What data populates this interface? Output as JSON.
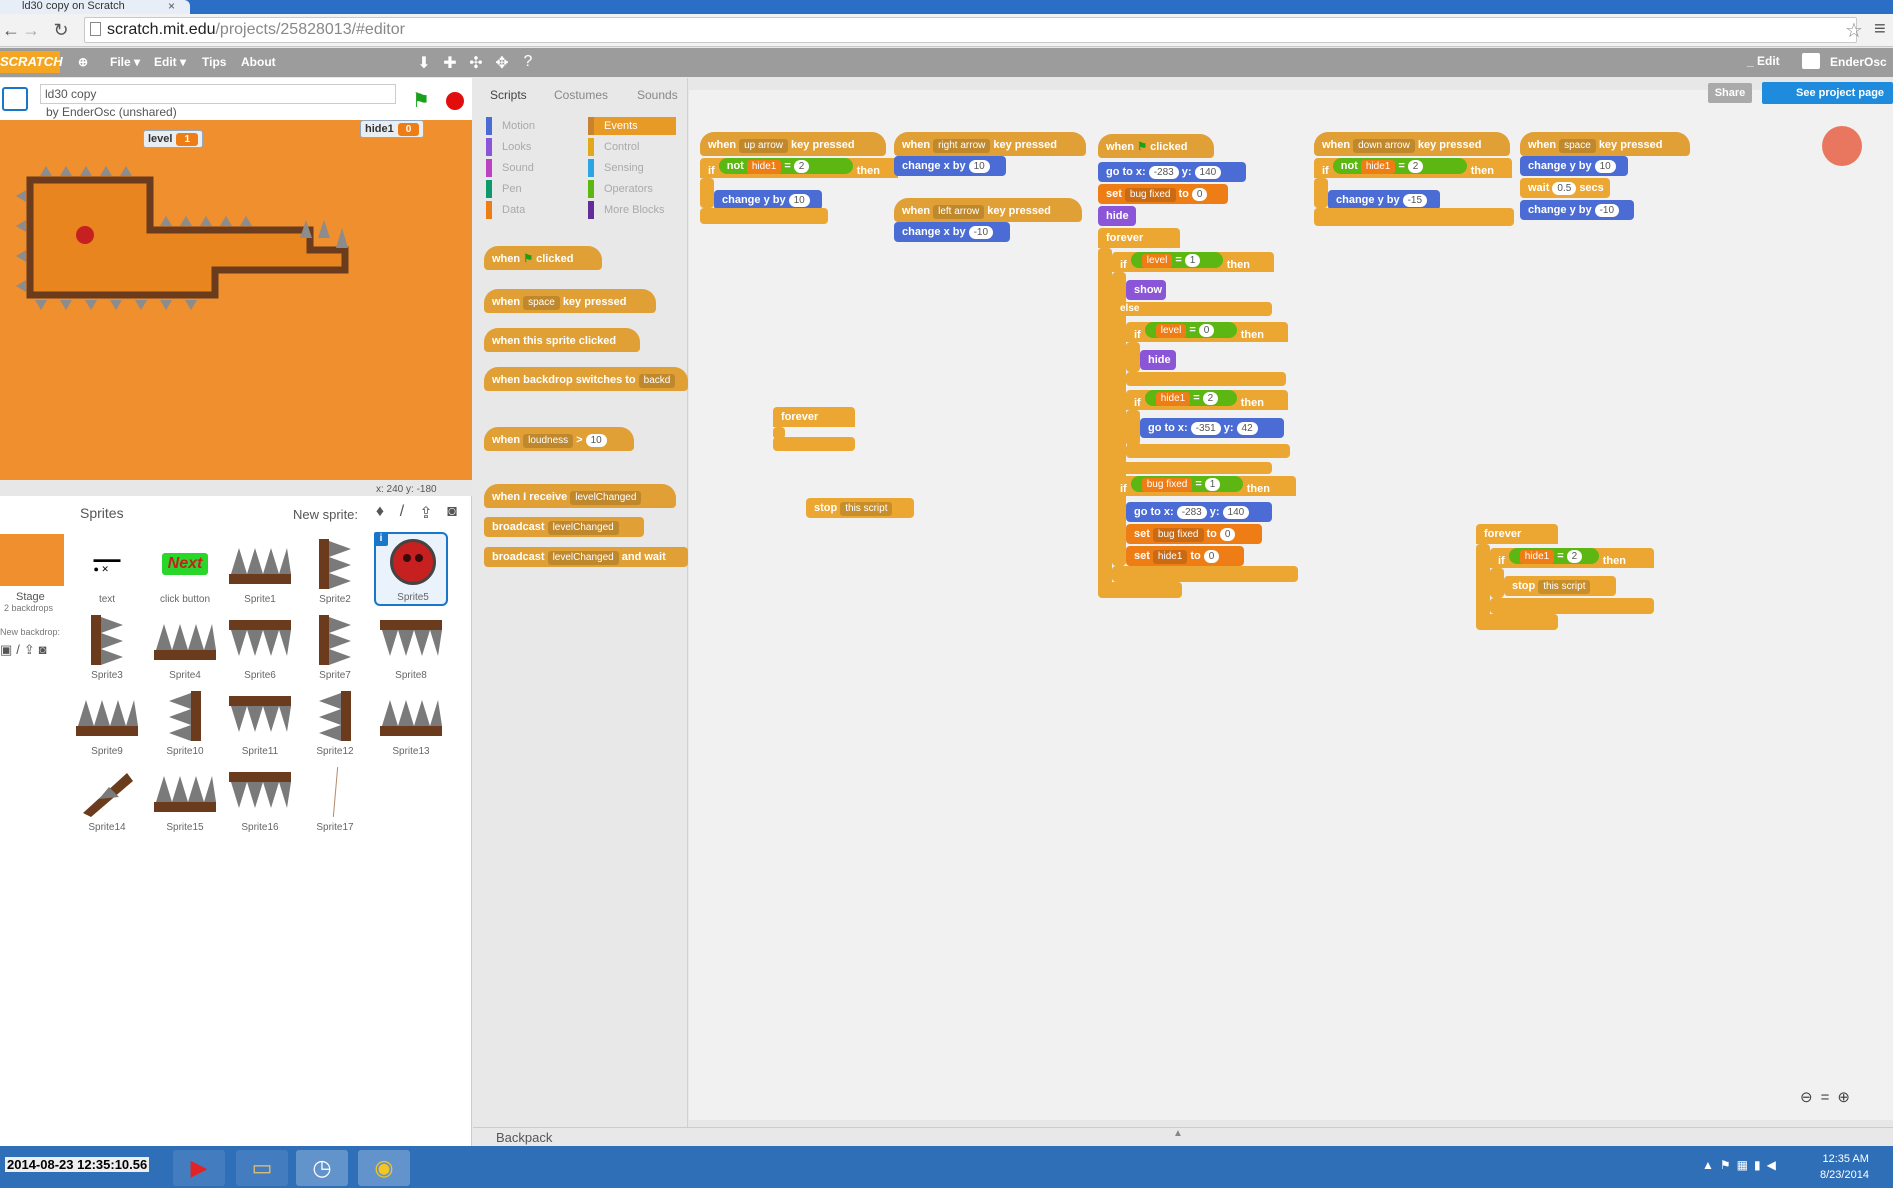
{
  "browser": {
    "tab_title": "ld30 copy on Scratch",
    "url_host": "scratch.mit.edu",
    "url_path": "/projects/25828013/#editor"
  },
  "menubar": {
    "logo": "SCRATCH",
    "file": "File ▾",
    "edit": "Edit ▾",
    "tips": "Tips",
    "about": "About",
    "user_prefix": "_ Edit",
    "username": "EnderOsc"
  },
  "project": {
    "title": "ld30 copy",
    "byline": "by EnderOsc (unshared)"
  },
  "stage": {
    "monitor_level_label": "level",
    "monitor_level_value": "1",
    "monitor_hide_label": "hide1",
    "monitor_hide_value": "0",
    "coords": "x: 240  y: -180"
  },
  "sprites": {
    "label": "Sprites",
    "new_sprite_label": "New sprite:",
    "stage_label": "Stage",
    "stage_sub": "2 backdrops",
    "new_backdrop": "New backdrop:",
    "items": [
      {
        "name": "text"
      },
      {
        "name": "click button"
      },
      {
        "name": "Sprite1"
      },
      {
        "name": "Sprite2"
      },
      {
        "name": "Sprite5"
      },
      {
        "name": "Sprite3"
      },
      {
        "name": "Sprite4"
      },
      {
        "name": "Sprite6"
      },
      {
        "name": "Sprite7"
      },
      {
        "name": "Sprite8"
      },
      {
        "name": "Sprite9"
      },
      {
        "name": "Sprite10"
      },
      {
        "name": "Sprite11"
      },
      {
        "name": "Sprite12"
      },
      {
        "name": "Sprite13"
      },
      {
        "name": "Sprite14"
      },
      {
        "name": "Sprite15"
      },
      {
        "name": "Sprite16"
      },
      {
        "name": "Sprite17"
      }
    ]
  },
  "tabs": {
    "scripts": "Scripts",
    "costumes": "Costumes",
    "sounds": "Sounds"
  },
  "categories": {
    "motion": "Motion",
    "looks": "Looks",
    "sound": "Sound",
    "pen": "Pen",
    "data": "Data",
    "events": "Events",
    "control": "Control",
    "sensing": "Sensing",
    "operators": "Operators",
    "more_blocks": "More Blocks"
  },
  "palette": {
    "when_flag": "when",
    "clicked": "clicked",
    "when_key": "when",
    "key_space": "space",
    "key_pressed": "key pressed",
    "when_sprite_clicked": "when this sprite clicked",
    "when_backdrop": "when backdrop switches to",
    "backdrop_val": "backd",
    "when_loudness": "when",
    "loudness": "loudness",
    "gt": ">",
    "loudness_val": "10",
    "when_receive": "when I receive",
    "msg": "levelChanged",
    "broadcast": "broadcast",
    "broadcast_wait": "broadcast",
    "and_wait": "and wait"
  },
  "scripts": {
    "when": "when",
    "key_pressed": "key pressed",
    "up_arrow": "up arrow",
    "right_arrow": "right arrow",
    "left_arrow": "left arrow",
    "down_arrow": "down arrow",
    "space": "space",
    "if": "if",
    "then": "then",
    "else": "else",
    "not": "not",
    "hide1": "hide1",
    "eq": "=",
    "two": "2",
    "zero": "0",
    "one": "1",
    "change_y": "change y by",
    "change_x": "change x by",
    "ten": "10",
    "neg_ten": "-10",
    "neg_fifteen": "-15",
    "go_to_x": "go to x:",
    "y": "y:",
    "x1": "-283",
    "y1": "140",
    "x2": "-351",
    "y2": "42",
    "set": "set",
    "to": "to",
    "bug_fixed": "bug fixed",
    "hide": "hide",
    "show": "show",
    "forever": "forever",
    "level": "level",
    "clicked": "clicked",
    "wait": "wait",
    "secs": "secs",
    "wait_val": "0.5",
    "stop": "stop",
    "this_script": "this script"
  },
  "buttons": {
    "share": "Share",
    "see_project": "See project page"
  },
  "backpack": "Backpack",
  "taskbar": {
    "timestamp": "2014-08-23 12:35:10.56",
    "time": "12:35 AM",
    "date": "8/23/2014"
  }
}
